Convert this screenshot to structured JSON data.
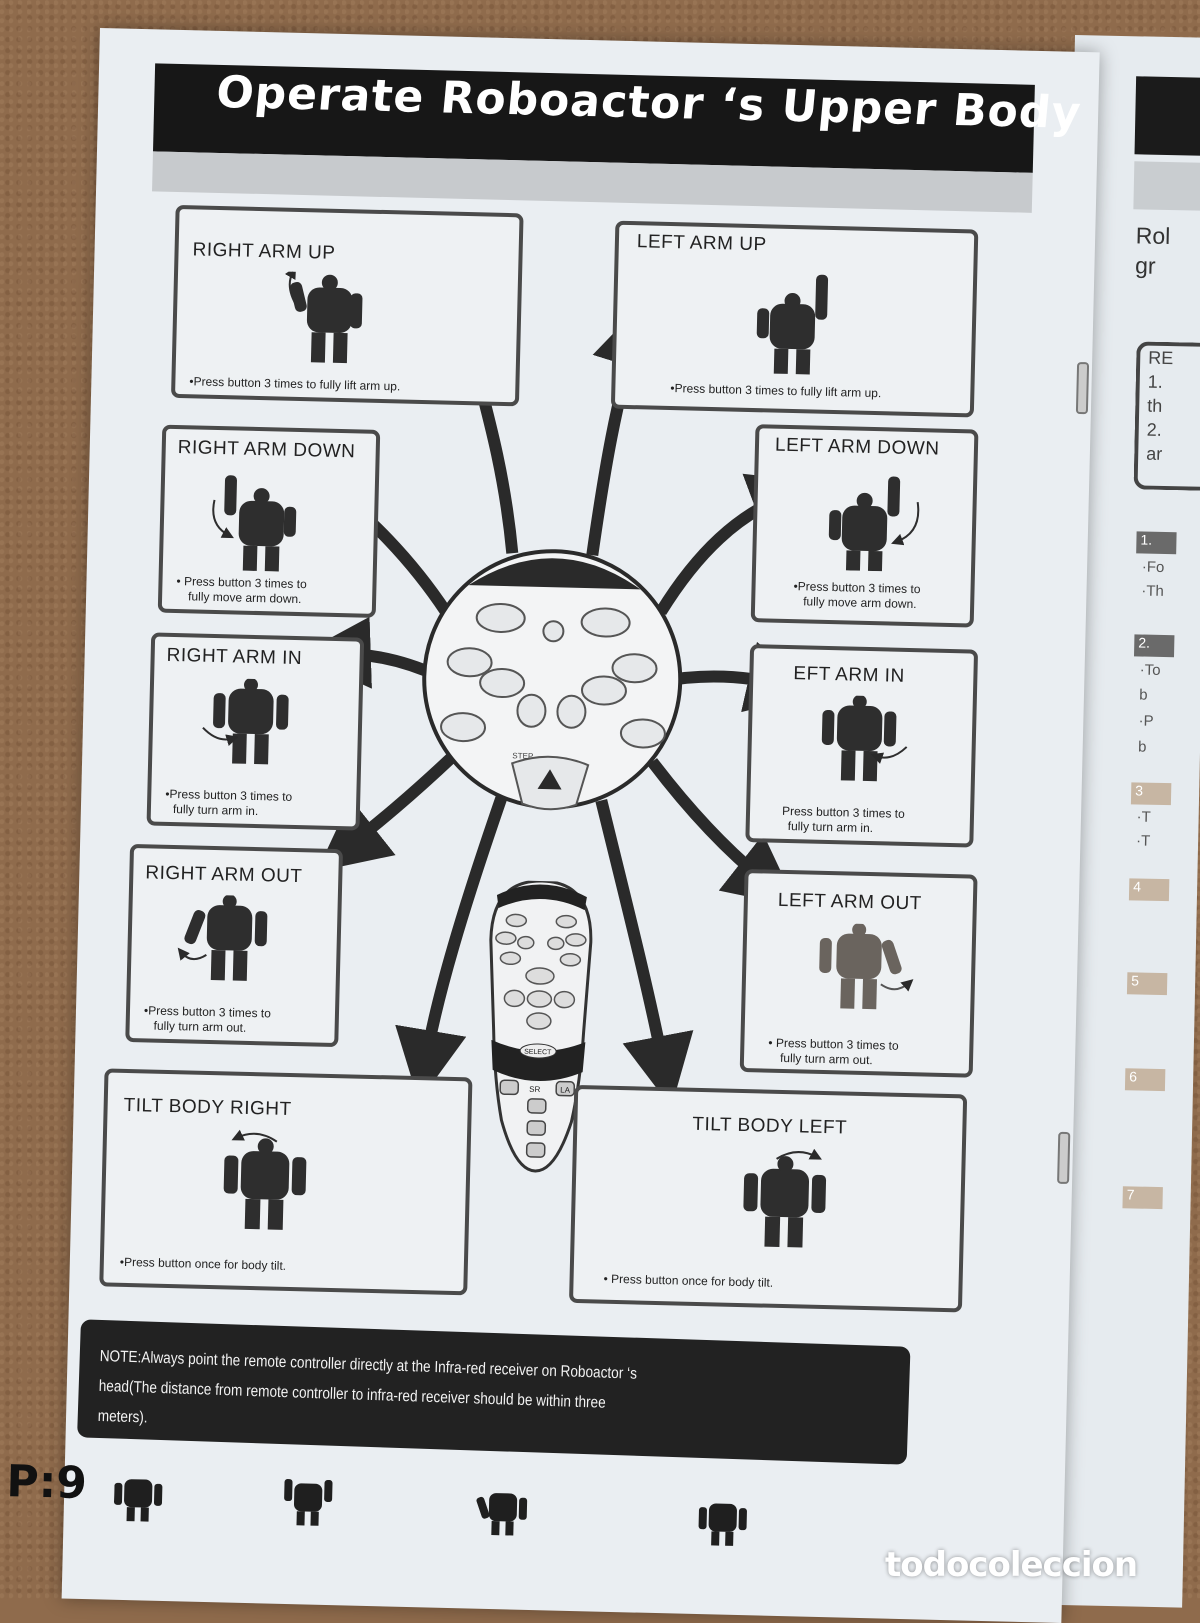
{
  "title": "Operate Roboactor  ‘s Upper Body",
  "panels": {
    "right_arm_up": {
      "title": "RIGHT ARM UP",
      "note": "•Press button 3 times to fully lift arm up."
    },
    "left_arm_up": {
      "title": "LEFT  ARM UP",
      "note": "•Press button 3 times to fully lift arm up."
    },
    "right_arm_down": {
      "title": "RIGHT ARM DOWN",
      "note1": "• Press button 3 times to",
      "note2": "fully move arm down."
    },
    "left_arm_down": {
      "title": "LEFT ARM DOWN",
      "note1": "•Press button 3 times to",
      "note2": "fully move arm down."
    },
    "right_arm_in": {
      "title": "RIGHT ARM IN",
      "note1": "•Press button 3 times to",
      "note2": "fully turn arm in."
    },
    "left_arm_in": {
      "title": "EFT ARM IN",
      "note1": "Press button 3 times to",
      "note2": "fully turn arm in."
    },
    "right_arm_out": {
      "title": "RIGHT ARM OUT",
      "note1": "•Press button 3 times to",
      "note2": "fully turn arm out."
    },
    "left_arm_out": {
      "title": "LEFT ARM OUT",
      "note1": "• Press button 3 times to",
      "note2": "fully turn arm out."
    },
    "tilt_right": {
      "title": "TILT BODY RIGHT",
      "note": "•Press button once for body tilt."
    },
    "tilt_left": {
      "title": "TILT BODY LEFT",
      "note": "• Press button once for body tilt."
    }
  },
  "remote_labels": {
    "select": "SELECT",
    "step": "STEP",
    "sr": "SR",
    "la": "LA"
  },
  "note": "NOTE:Always point the remote controller directly at the Infra-red receiver on Roboactor  ‘s head(The distance from remote controller to infra-red receiver should be within three meters).",
  "page_number": "P:9",
  "side_page": {
    "line1": "Rol",
    "line2": "gr",
    "box_lines": [
      "RE",
      "1.",
      "th",
      "2.",
      "ar"
    ],
    "tab_labels": [
      "1.",
      "2.",
      "3",
      "4",
      "5",
      "6",
      "7"
    ],
    "small_lines": [
      "·Fo",
      "·Th",
      "·To",
      "b",
      "·P",
      "b",
      "·T",
      "·T"
    ]
  },
  "watermark": "todocoleccion"
}
